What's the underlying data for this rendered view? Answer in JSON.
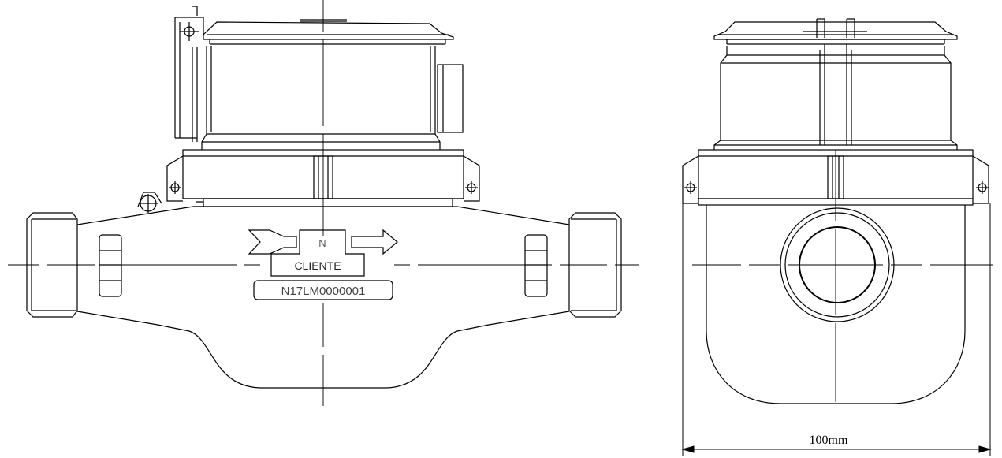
{
  "drawing": {
    "front_view": {
      "label_n": "N",
      "label_cliente": "CLIENTE",
      "serial_number": "N17LM0000001"
    },
    "side_view": {
      "width_dimension": "100mm"
    },
    "colors": {
      "line": "#000000",
      "background": "#ffffff",
      "label_text": "#555555"
    }
  }
}
